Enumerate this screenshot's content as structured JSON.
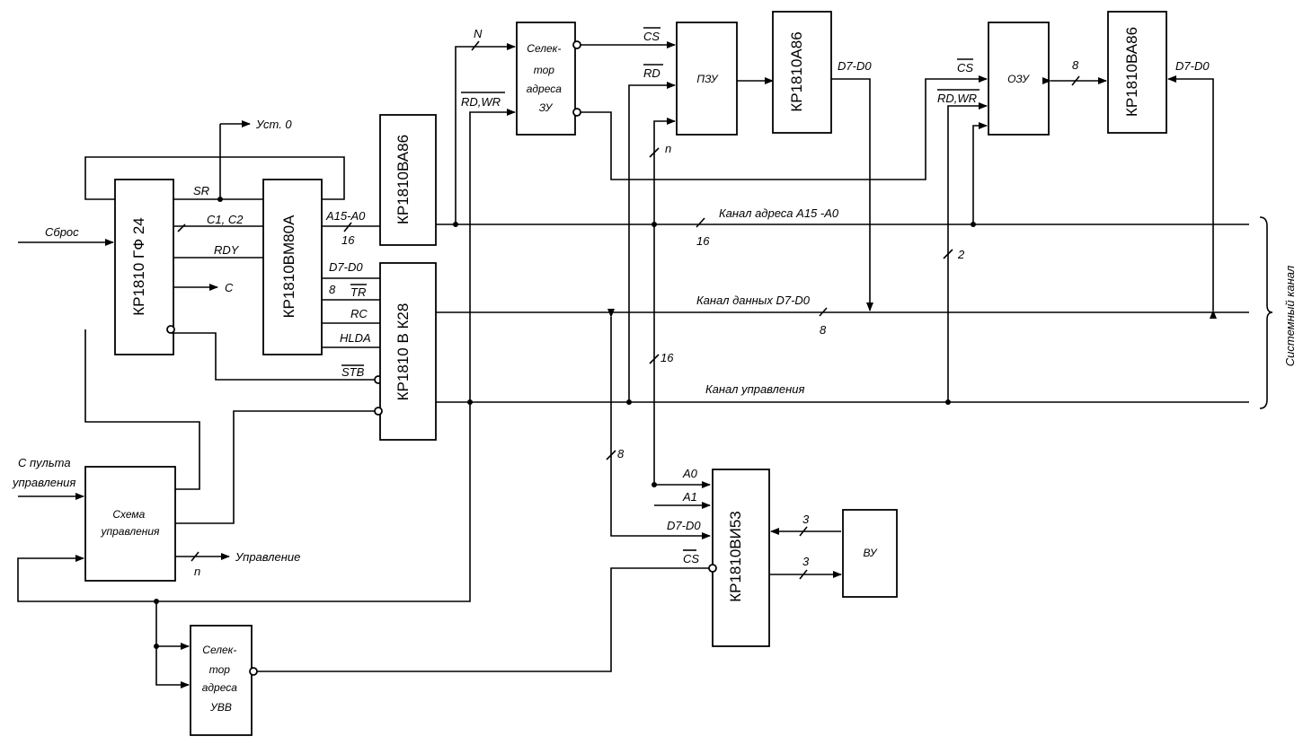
{
  "chips": {
    "gf24": "КР1810 ГФ 24",
    "vm80": "КР1810ВМ80А",
    "va86_addr": "КР1810ВА86",
    "vk28": "КР1810 В К28",
    "a86": "КР1810А86",
    "va86_ram": "КР1810ВА86",
    "vi53": "КР1810ВИ53"
  },
  "blocks": {
    "selector_mem": [
      "Селек-",
      "тор",
      "адреса",
      "ЗУ"
    ],
    "rom": "ПЗУ",
    "ram": "ОЗУ",
    "control": [
      "Схема",
      "управления"
    ],
    "selector_io": [
      "Селек-",
      "тор",
      "адреса",
      "УВВ"
    ],
    "vu": "ВУ"
  },
  "signals": {
    "reset": "Сброс",
    "ust0": "Уст. 0",
    "sr": "SR",
    "c1c2": "С1, С2",
    "rdy": "RDY",
    "c": "С",
    "a15a0": "А15-А0",
    "bus16": "16",
    "d7d0": "D7-D0",
    "d7d0_mid": "D7-D0",
    "d7d0_ram": "D7-D0",
    "d7d0_vi53": "D7-D0",
    "n8": "8",
    "tr": "TR",
    "rc": "RC",
    "hlda": "HLDA",
    "stb": "STB",
    "n": "N",
    "rdwr": "RD,WR",
    "rdwr_ram": "RD,WR",
    "cs_rom": "CS",
    "cs_ram": "CS",
    "cs_vi53": "CS",
    "rd_rom": "RD",
    "n_small": "n",
    "n_ctrl": "n",
    "n2": "2",
    "n16": "16",
    "n16b": "16",
    "n8b": "8",
    "n8c": "8",
    "n8ram": "8",
    "a0": "А0",
    "a1": "А1",
    "n3a": "3",
    "n3b": "3",
    "from_panel": [
      "С пульта",
      "управления"
    ],
    "control_out": "Управление"
  },
  "channels": {
    "address": "Канал адреса А15 -А0",
    "data": "Канал данных D7-D0",
    "control": "Канал управления",
    "system": "Системный канал"
  }
}
